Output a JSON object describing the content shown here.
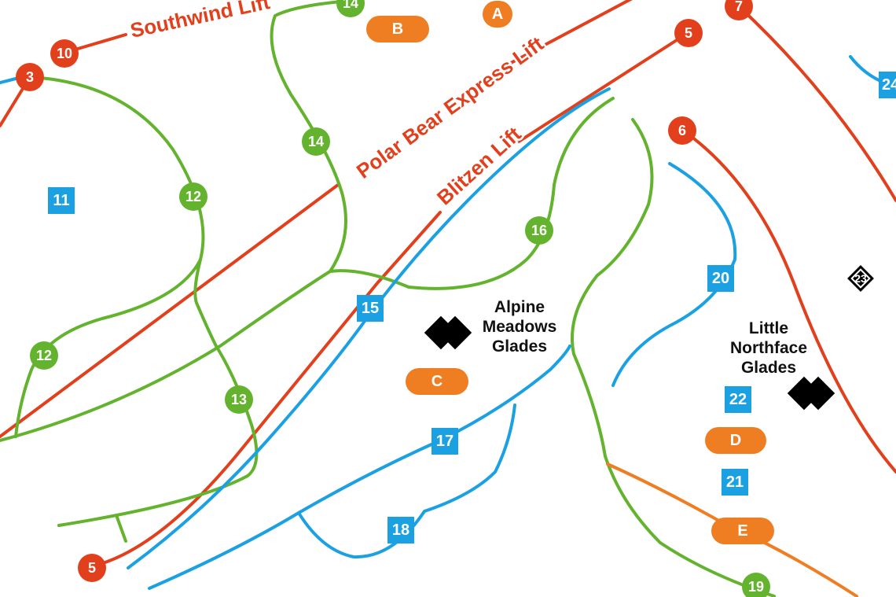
{
  "colors": {
    "lift": "#e2401d",
    "green_trail": "#63b32e",
    "blue_trail": "#1ba1e2",
    "orange_trail": "#ef7d22",
    "black_diamond": "#000000"
  },
  "lifts": [
    {
      "id": "southwind",
      "label": "Southwind Lift"
    },
    {
      "id": "polar-bear",
      "label": "Polar Bear Express Lift"
    },
    {
      "id": "blitzen",
      "label": "Blitzen Lift"
    }
  ],
  "lift_markers": [
    "10",
    "3",
    "5",
    "5",
    "6",
    "7"
  ],
  "green_markers": [
    "14",
    "14",
    "12",
    "12",
    "16",
    "13",
    "19"
  ],
  "blue_markers": [
    "11",
    "15",
    "17",
    "18",
    "20",
    "22",
    "21",
    "24"
  ],
  "orange_markers": [
    "A",
    "B",
    "C",
    "D",
    "E"
  ],
  "black_markers": [
    "23"
  ],
  "glades": [
    {
      "id": "alpine",
      "label": "Alpine\nMeadows\nGlades",
      "icon": "double-black-diamond-icon"
    },
    {
      "id": "northface",
      "label": "Little\nNorthface\nGlades",
      "icon": "double-black-diamond-icon"
    }
  ]
}
